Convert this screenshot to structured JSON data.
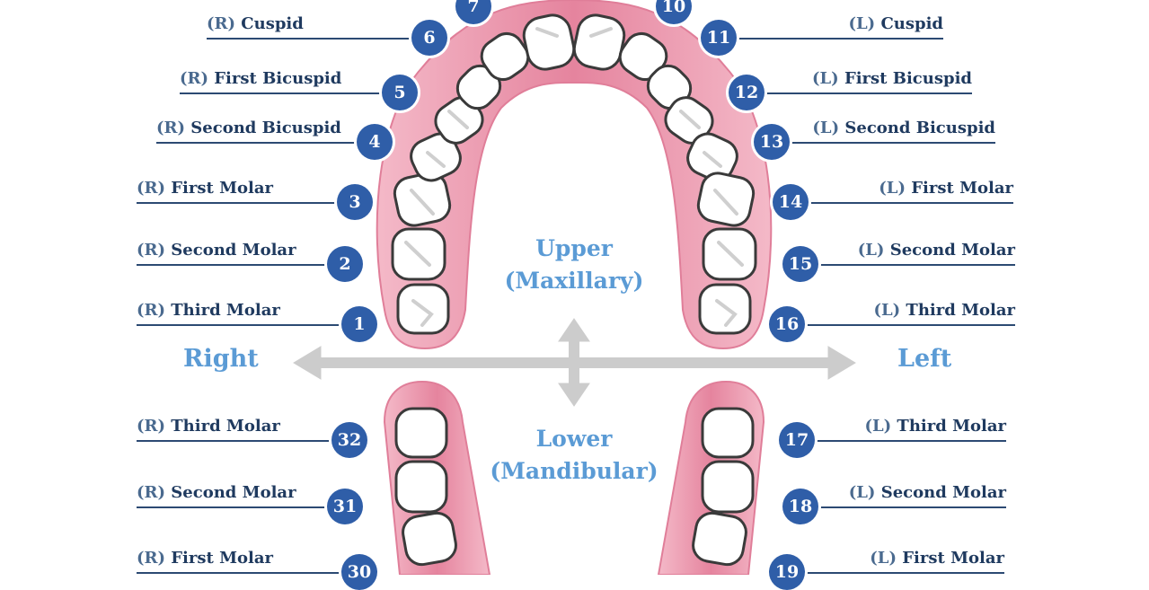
{
  "labels": {
    "upper_title": "Upper",
    "upper_sub": "(Maxillary)",
    "lower_title": "Lower",
    "lower_sub": "(Mandibular)",
    "right": "Right",
    "left": "Left"
  },
  "right_teeth": [
    {
      "side": "(R)",
      "name": "Cuspid",
      "number": "6"
    },
    {
      "side": "(R)",
      "name": "First Bicuspid",
      "number": "5"
    },
    {
      "side": "(R)",
      "name": "Second Bicuspid",
      "number": "4"
    },
    {
      "side": "(R)",
      "name": "First Molar",
      "number": "3"
    },
    {
      "side": "(R)",
      "name": "Second Molar",
      "number": "2"
    },
    {
      "side": "(R)",
      "name": "Third Molar",
      "number": "1"
    },
    {
      "side": "(R)",
      "name": "Third Molar",
      "number": "32"
    },
    {
      "side": "(R)",
      "name": "Second Molar",
      "number": "31"
    },
    {
      "side": "(R)",
      "name": "First Molar",
      "number": "30"
    }
  ],
  "left_teeth": [
    {
      "side": "(L)",
      "name": "Cuspid",
      "number": "11"
    },
    {
      "side": "(L)",
      "name": "First Bicuspid",
      "number": "12"
    },
    {
      "side": "(L)",
      "name": "Second Bicuspid",
      "number": "13"
    },
    {
      "side": "(L)",
      "name": "First Molar",
      "number": "14"
    },
    {
      "side": "(L)",
      "name": "Second Molar",
      "number": "15"
    },
    {
      "side": "(L)",
      "name": "Third Molar",
      "number": "16"
    },
    {
      "side": "(L)",
      "name": "Third Molar",
      "number": "17"
    },
    {
      "side": "(L)",
      "name": "Second Molar",
      "number": "18"
    },
    {
      "side": "(L)",
      "name": "First Molar",
      "number": "19"
    }
  ],
  "top_numbers": [
    "7",
    "10"
  ],
  "colors": {
    "gum": "#e58fa7",
    "gum_light": "#f7d2dc",
    "tooth_fill": "#ffffff",
    "tooth_outline": "#3a3a3a",
    "badge": "#2f5ea8",
    "label_text": "#1f3a5f",
    "accent_text": "#5b9bd5",
    "arrow": "#cccccc"
  }
}
